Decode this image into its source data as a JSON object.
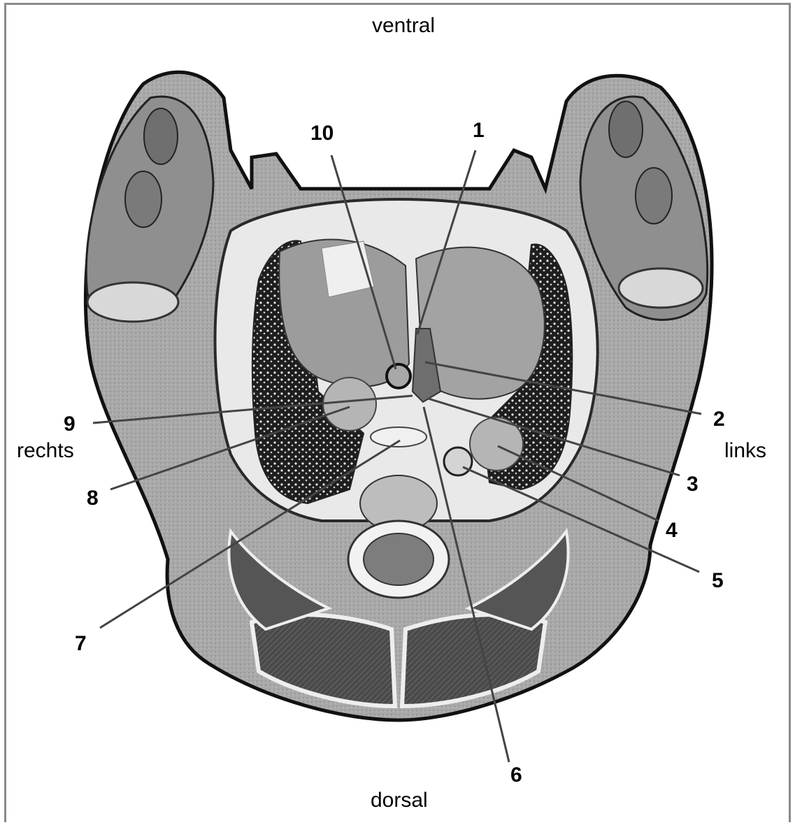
{
  "orientation": {
    "top": "ventral",
    "bottom": "dorsal",
    "left": "rechts",
    "right": "links"
  },
  "labels": [
    "1",
    "2",
    "3",
    "4",
    "5",
    "6",
    "7",
    "8",
    "9",
    "10"
  ],
  "colors": {
    "background": "#ffffff",
    "frame": "#8a8a8a",
    "tissue_light": "#c9c9c9",
    "tissue_mid": "#9a9a9a",
    "tissue_dark": "#3a3a3a",
    "leader": "#444444"
  }
}
